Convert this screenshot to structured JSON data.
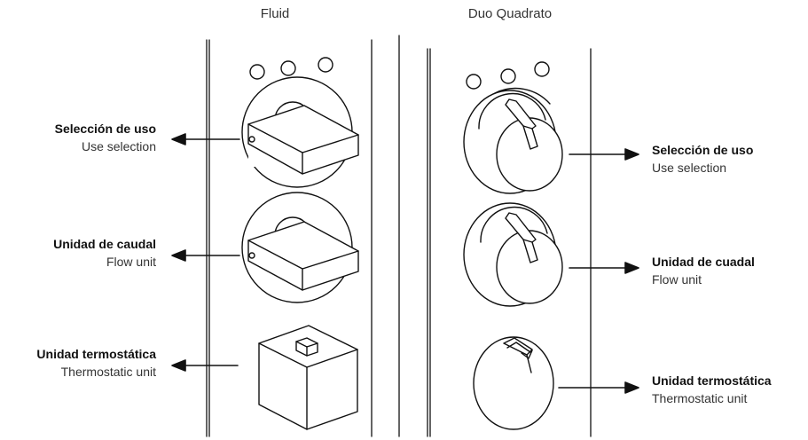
{
  "titles": {
    "fluid": "Fluid",
    "duo": "Duo Quadrato"
  },
  "labels": {
    "fluid_use_es": "Selección de uso",
    "fluid_use_en": "Use selection",
    "fluid_flow_es": "Unidad de caudal",
    "fluid_flow_en": "Flow unit",
    "fluid_thermo_es": "Unidad termostática",
    "fluid_thermo_en": "Thermostatic unit",
    "duo_use_es": "Selección de uso",
    "duo_use_en": "Use selection",
    "duo_flow_es": "Unidad de cuadal",
    "duo_flow_en": "Flow unit",
    "duo_thermo_es": "Unidad termostática",
    "duo_thermo_en": "Thermostatic unit"
  }
}
